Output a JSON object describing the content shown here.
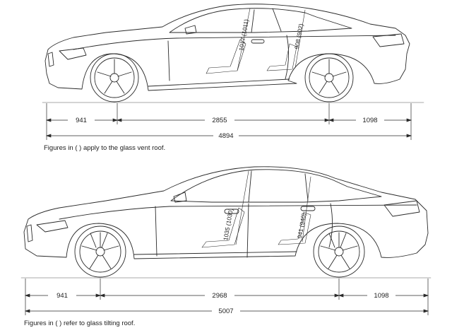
{
  "coupe": {
    "dimensions": {
      "front_overhang": "941",
      "wheelbase": "2855",
      "rear_overhang": "1098",
      "overall_length": "4894"
    },
    "heights": {
      "front_headroom": "1017 (1011)",
      "rear_headroom": "908 (902)"
    },
    "caption": "Figures in ( ) apply to the glass vent roof."
  },
  "gran_coupe": {
    "dimensions": {
      "front_overhang": "941",
      "wheelbase": "2968",
      "rear_overhang": "1098",
      "overall_length": "5007"
    },
    "heights": {
      "front_headroom": "1035 (1030)",
      "rear_headroom": "941 (940)"
    },
    "caption": "Figures in ( ) refer to glass tilting roof."
  },
  "colors": {
    "line": "#2a2a2a",
    "text": "#1e1e1e",
    "background": "#ffffff"
  }
}
